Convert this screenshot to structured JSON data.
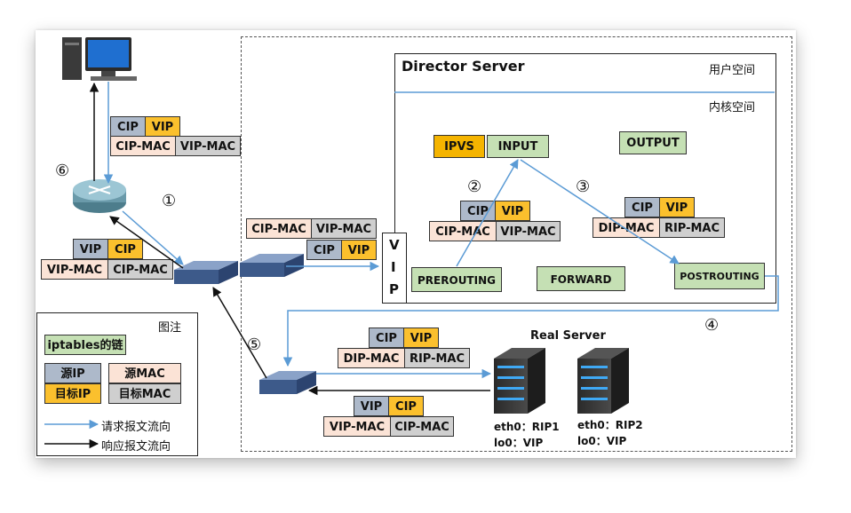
{
  "director": {
    "title": "Director Server",
    "user_space": "用户空间",
    "kernel_space": "内核空间"
  },
  "chains": {
    "ipvs": "IPVS",
    "input": "INPUT",
    "output": "OUTPUT",
    "prerouting": "PREROUTING",
    "forward": "FORWARD",
    "postrouting": "POSTROUTING"
  },
  "vip_letters": [
    "V",
    "I",
    "P"
  ],
  "steps": {
    "s1": "①",
    "s2": "②",
    "s3": "③",
    "s4": "④",
    "s5": "⑤",
    "s6": "⑥"
  },
  "packets": {
    "client_top": {
      "ip1": "CIP",
      "ip2": "VIP",
      "mac1": "CIP-MAC",
      "mac2": "VIP-MAC"
    },
    "client_bottom": {
      "ip1": "VIP",
      "ip2": "CIP",
      "mac1": "VIP-MAC",
      "mac2": "CIP-MAC"
    },
    "to_director": {
      "mac1": "CIP-MAC",
      "mac2": "VIP-MAC",
      "ip1": "CIP",
      "ip2": "VIP"
    },
    "step2": {
      "ip1": "CIP",
      "ip2": "VIP",
      "mac1": "CIP-MAC",
      "mac2": "VIP-MAC"
    },
    "step3": {
      "ip1": "CIP",
      "ip2": "VIP",
      "mac1": "DIP-MAC",
      "mac2": "RIP-MAC"
    },
    "to_real": {
      "ip1": "CIP",
      "ip2": "VIP",
      "mac1": "DIP-MAC",
      "mac2": "RIP-MAC"
    },
    "from_real": {
      "ip1": "VIP",
      "ip2": "CIP",
      "mac1": "VIP-MAC",
      "mac2": "CIP-MAC"
    }
  },
  "real_server": {
    "title": "Real Server",
    "s1_eth": "eth0：RIP1",
    "s1_lo": "lo0：VIP",
    "s2_eth": "eth0：RIP2",
    "s2_lo": "lo0：VIP"
  },
  "legend": {
    "title": "图注",
    "chain": "iptables的链",
    "src_ip": "源IP",
    "src_mac": "源MAC",
    "dst_ip": "目标IP",
    "dst_mac": "目标MAC",
    "request": "请求报文流向",
    "response": "响应报文流向"
  },
  "colors": {
    "request_arrow": "#5b9bd5",
    "response_arrow": "#111111",
    "ip_blue": "#adb9ca",
    "ip_yellow": "#fbc02d",
    "mac_pink": "#fbe3d6",
    "mac_grey": "#cfcfcf",
    "chain_green": "#c5e0b4",
    "ipvs_orange": "#f5b400"
  },
  "icons": [
    "computer-icon",
    "router-icon",
    "switch-icon",
    "server-icon"
  ]
}
